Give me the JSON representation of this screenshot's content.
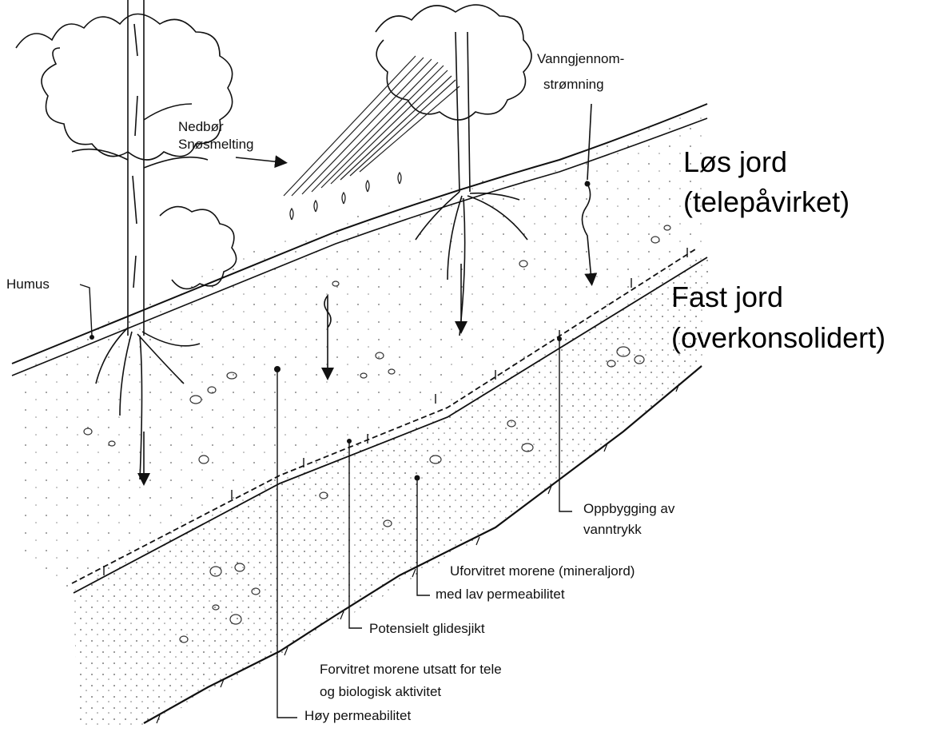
{
  "labels": {
    "humus": "Humus",
    "nedbor": "Nedbør",
    "snosmelting": "Snøsmelting",
    "vanngjennom_1": "Vanngjennom-",
    "vanngjennom_2": "strømning",
    "los_jord_1": "Løs jord",
    "los_jord_2": "(telepåvirket)",
    "fast_jord_1": "Fast jord",
    "fast_jord_2": "(overkonsolidert)",
    "oppbygging_1": "Oppbygging av",
    "oppbygging_2": "vanntrykk",
    "uforvitret_1": "Uforvitret morene (mineraljord)",
    "uforvitret_2": "med lav permeabilitet",
    "glidesjikt": "Potensielt glidesjikt",
    "forvitret_1": "Forvitret morene utsatt for tele",
    "forvitret_2": "og biologisk aktivitet",
    "forvitret_3": "Høy permeabilitet"
  },
  "colors": {
    "ink": "#111111",
    "background": "#ffffff"
  }
}
